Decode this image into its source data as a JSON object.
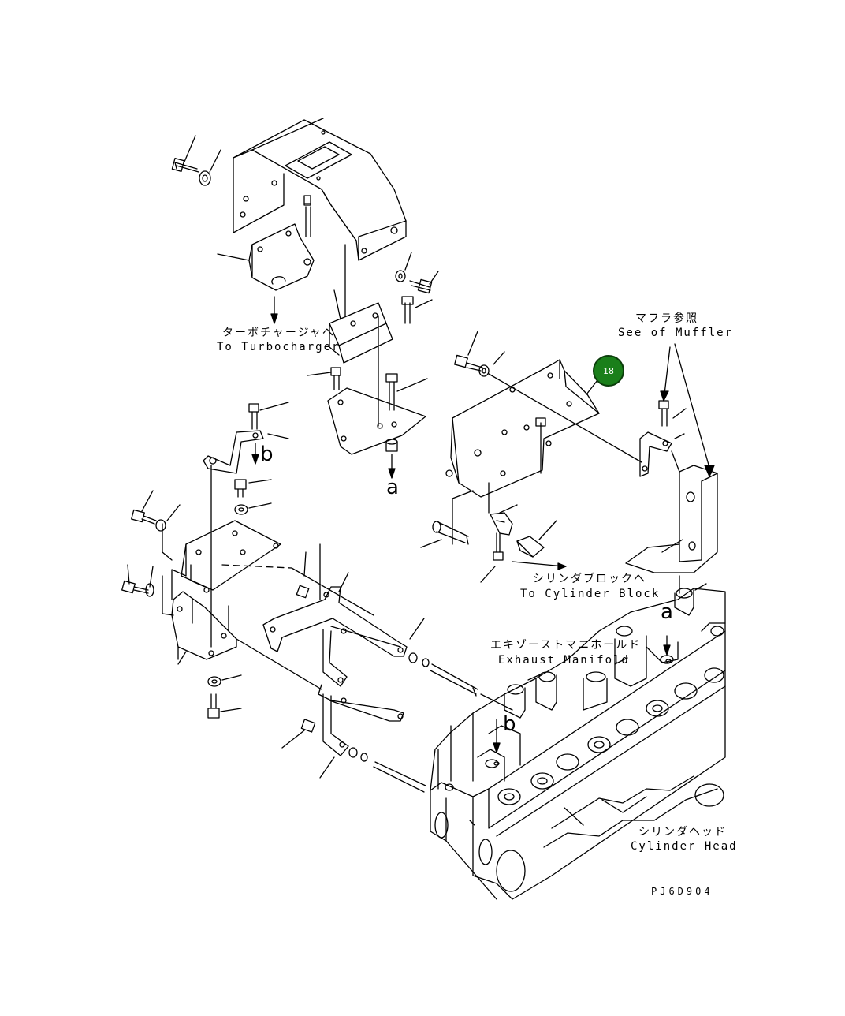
{
  "labels": {
    "turbo_jp": "ターボチャージャへ",
    "turbo_en": "To Turbocharger",
    "muffler_jp": "マフラ参照",
    "muffler_en": "See of Muffler",
    "cylblock_jp": "シリンダブロックへ",
    "cylblock_en": "To Cylinder Block",
    "exhaust_jp": "エキゾーストマニホールド",
    "exhaust_en": "Exhaust Manifold",
    "cylhead_jp": "シリンダヘッド",
    "cylhead_en": "Cylinder Head",
    "ref_a_1": "a",
    "ref_a_2": "a",
    "ref_b_1": "b",
    "ref_b_2": "b",
    "drawing_code": "PJ6D904"
  },
  "callout": {
    "number": "18",
    "color": "#1a7f1a"
  }
}
